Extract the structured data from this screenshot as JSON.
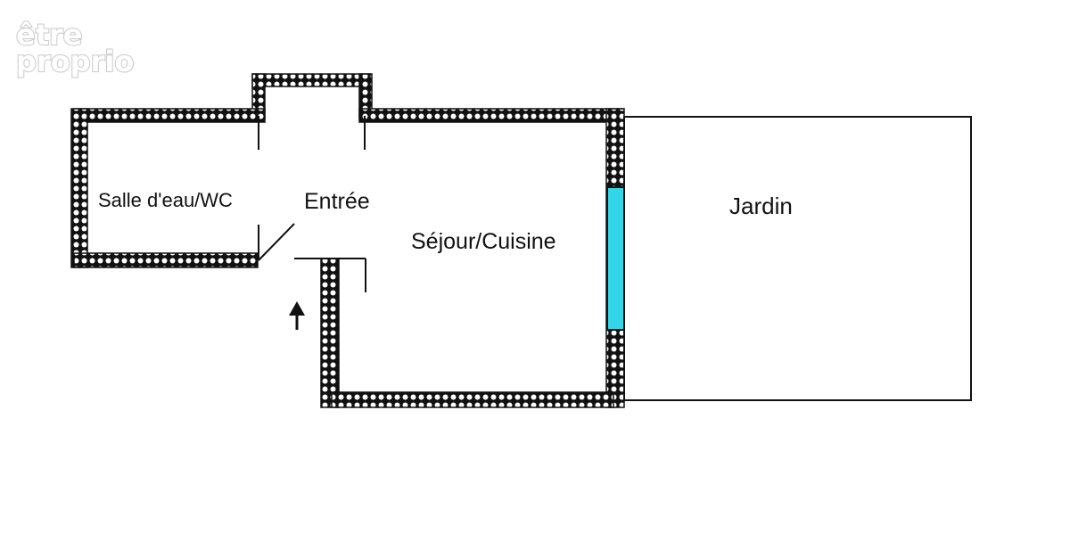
{
  "watermark": {
    "line1": "être",
    "line2": "proprio"
  },
  "rooms": {
    "salle_eau": "Salle d'eau/WC",
    "entree": "Entrée",
    "sejour": "Séjour/Cuisine",
    "jardin": "Jardin"
  },
  "colors": {
    "wall_dark": "#111111",
    "wall_light": "#ffffff",
    "window": "#33d6e6",
    "line": "#111111"
  },
  "icons": {
    "entrance": "arrow-up-icon"
  }
}
